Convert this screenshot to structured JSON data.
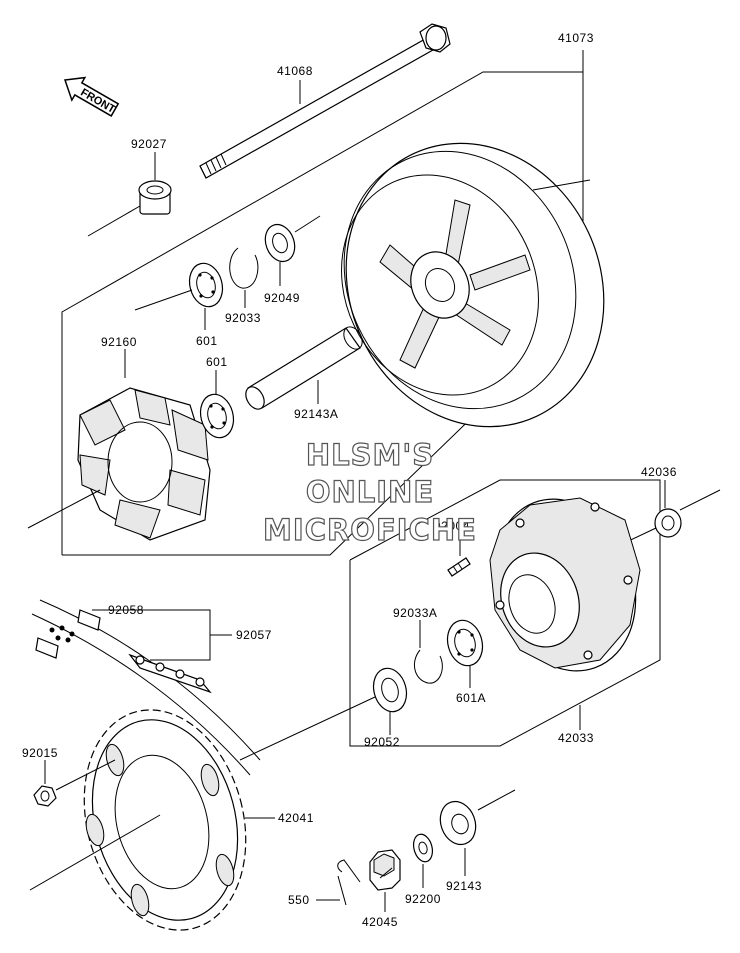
{
  "labels": {
    "l41068": "41068",
    "l41073": "41073",
    "l92027": "92027",
    "l92049": "92049",
    "l92033": "92033",
    "l601a": "601",
    "l92160": "92160",
    "l601b": "601",
    "l92143A": "92143A",
    "l42036": "42036",
    "l92004": "92004",
    "l92058": "92058",
    "l92057": "92057",
    "l92033A": "92033A",
    "l601A": "601A",
    "l92052": "92052",
    "l42033": "42033",
    "l92015": "92015",
    "l42041": "42041",
    "l550": "550",
    "l42045": "42045",
    "l92200": "92200",
    "l92143": "92143"
  },
  "front_label": "FRONT",
  "watermark": {
    "line1": "HLSM'S",
    "line2": "ONLINE",
    "line3": "MICROFICHE"
  }
}
